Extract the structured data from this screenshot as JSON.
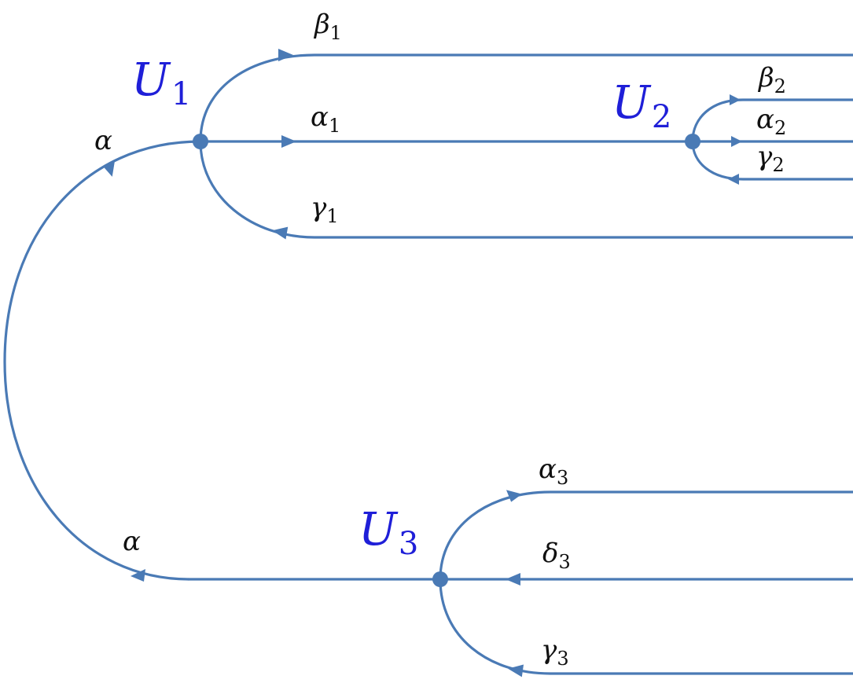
{
  "colors": {
    "edge": "#4a7ab5",
    "node_label": "#1f1fd8",
    "text": "#111111"
  },
  "nodes": [
    {
      "id": "U1",
      "symbol": "U",
      "subscript": "1"
    },
    {
      "id": "U2",
      "symbol": "U",
      "subscript": "2"
    },
    {
      "id": "U3",
      "symbol": "U",
      "subscript": "3"
    }
  ],
  "edges": [
    {
      "id": "alpha-upper",
      "label": "α",
      "subscript": "",
      "from": "U3",
      "to": "U1"
    },
    {
      "id": "alpha-lower",
      "label": "α",
      "subscript": "",
      "from": "U3",
      "to": "U1"
    },
    {
      "id": "beta1",
      "label": "β",
      "subscript": "1",
      "from": "U1",
      "to": ""
    },
    {
      "id": "alpha1",
      "label": "α",
      "subscript": "1",
      "from": "U1",
      "to": "U2"
    },
    {
      "id": "gamma1",
      "label": "γ",
      "subscript": "1",
      "from": "",
      "to": "U1"
    },
    {
      "id": "beta2",
      "label": "β",
      "subscript": "2",
      "from": "U2",
      "to": ""
    },
    {
      "id": "alpha2",
      "label": "α",
      "subscript": "2",
      "from": "U2",
      "to": ""
    },
    {
      "id": "gamma2",
      "label": "γ",
      "subscript": "2",
      "from": "",
      "to": "U2"
    },
    {
      "id": "alpha3",
      "label": "α",
      "subscript": "3",
      "from": "U3",
      "to": ""
    },
    {
      "id": "delta3",
      "label": "δ",
      "subscript": "3",
      "from": "",
      "to": "U3"
    },
    {
      "id": "gamma3",
      "label": "γ",
      "subscript": "3",
      "from": "",
      "to": "U3"
    }
  ]
}
